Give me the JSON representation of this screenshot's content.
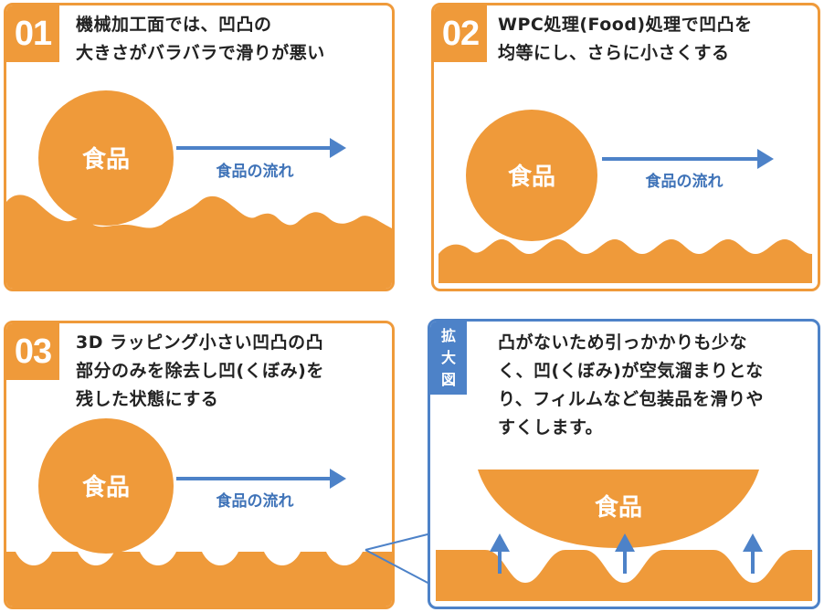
{
  "panels": [
    {
      "number": "01",
      "text": "機械加工面では、凹凸の\n大きさがバラバラで滑りが悪い",
      "food_label": "食品",
      "flow_label": "食品の流れ"
    },
    {
      "number": "02",
      "text": "WPC処理(Food)処理で凹凸を\n均等にし、さらに小さくする",
      "food_label": "食品",
      "flow_label": "食品の流れ"
    },
    {
      "number": "03",
      "text": "3D ラッピング小さい凹凸の凸\n部分のみを除去し凹(くぼみ)を\n残した状態にする",
      "food_label": "食品",
      "flow_label": "食品の流れ"
    },
    {
      "tag": "拡\n大\n図",
      "text": "凸がないため引っかかりも少な\nく、凹(くぼみ)が空気溜まりとな\nり、フィルムなど包装品を滑りや\nすくします。",
      "food_label": "食品"
    }
  ],
  "colors": {
    "orange": "#ef9a3a",
    "blue": "#4d82c8",
    "text": "#222222"
  }
}
